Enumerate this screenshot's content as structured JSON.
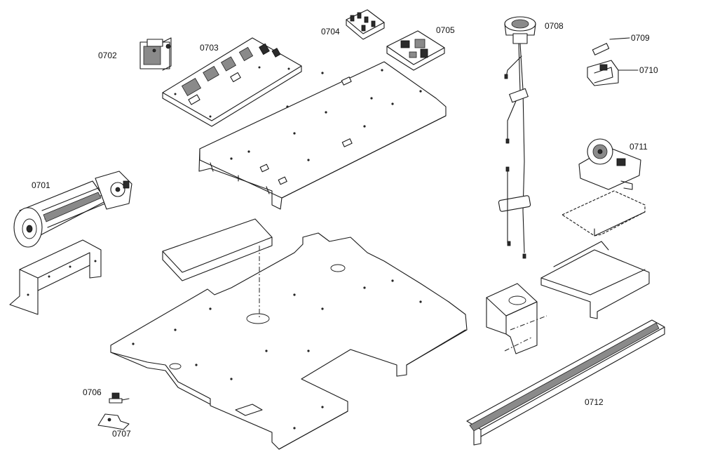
{
  "labels": {
    "p0701": "0701",
    "p0702": "0702",
    "p0703": "0703",
    "p0704": "0704",
    "p0705": "0705",
    "p0706": "0706",
    "p0707": "0707",
    "p0708": "0708",
    "p0709": "0709",
    "p0710": "0710",
    "p0711": "0711",
    "p0712": "0712"
  }
}
